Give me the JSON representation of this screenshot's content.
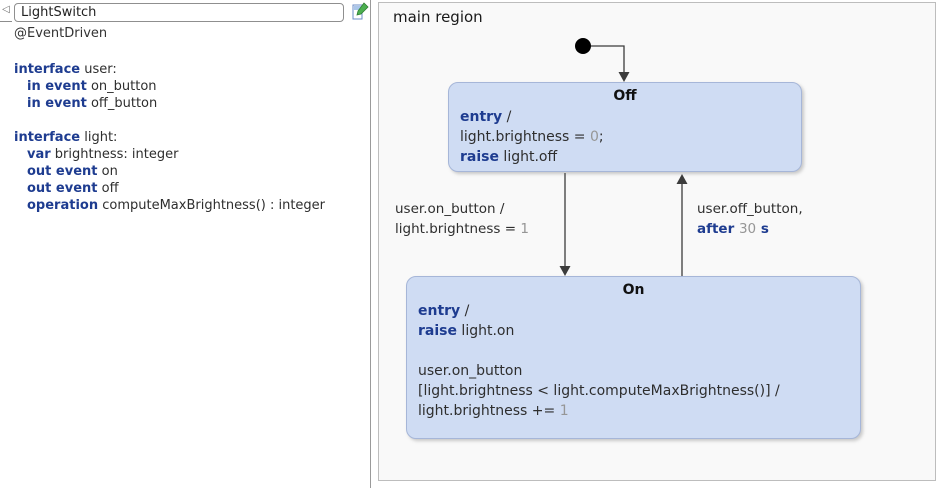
{
  "colors": {
    "keyword": "#1e3c90",
    "number": "#969696",
    "state_fill": "#cfdcf3",
    "state_border": "#a6b6d8",
    "region_bg": "#f9f9f9"
  },
  "left_panel": {
    "name_input": {
      "value": "LightSwitch"
    },
    "annotation": "@EventDriven",
    "code_lines": [
      {
        "indent": 0,
        "segments": [
          {
            "text": "interface",
            "style": "kw"
          },
          {
            "text": " user:",
            "style": "pl"
          }
        ]
      },
      {
        "indent": 1,
        "segments": [
          {
            "text": "in event",
            "style": "kw"
          },
          {
            "text": " on_button",
            "style": "pl"
          }
        ]
      },
      {
        "indent": 1,
        "segments": [
          {
            "text": "in event",
            "style": "kw"
          },
          {
            "text": " off_button",
            "style": "pl"
          }
        ]
      },
      {
        "indent": 0,
        "segments": []
      },
      {
        "indent": 0,
        "segments": [
          {
            "text": "interface",
            "style": "kw"
          },
          {
            "text": " light:",
            "style": "pl"
          }
        ]
      },
      {
        "indent": 1,
        "segments": [
          {
            "text": "var",
            "style": "kw"
          },
          {
            "text": " brightness: integer",
            "style": "pl"
          }
        ]
      },
      {
        "indent": 1,
        "segments": [
          {
            "text": "out event",
            "style": "kw"
          },
          {
            "text": " on",
            "style": "pl"
          }
        ]
      },
      {
        "indent": 1,
        "segments": [
          {
            "text": "out event",
            "style": "kw"
          },
          {
            "text": " off",
            "style": "pl"
          }
        ]
      },
      {
        "indent": 1,
        "segments": [
          {
            "text": "operation",
            "style": "kw"
          },
          {
            "text": " computeMaxBrightness() : integer",
            "style": "pl"
          }
        ]
      }
    ]
  },
  "diagram": {
    "region_label": "main region",
    "states": {
      "off": {
        "title": "Off",
        "body": [
          {
            "segments": [
              {
                "text": "entry",
                "style": "kw"
              },
              {
                "text": " /",
                "style": "pl"
              }
            ]
          },
          {
            "segments": [
              {
                "text": "light.brightness = ",
                "style": "pl"
              },
              {
                "text": "0",
                "style": "num"
              },
              {
                "text": ";",
                "style": "pl"
              }
            ]
          },
          {
            "segments": [
              {
                "text": "raise",
                "style": "kw"
              },
              {
                "text": " light.off",
                "style": "pl"
              }
            ]
          }
        ]
      },
      "on": {
        "title": "On",
        "body": [
          {
            "segments": [
              {
                "text": "entry",
                "style": "kw"
              },
              {
                "text": " /",
                "style": "pl"
              }
            ]
          },
          {
            "segments": [
              {
                "text": "raise",
                "style": "kw"
              },
              {
                "text": " light.on",
                "style": "pl"
              }
            ]
          },
          {
            "segments": []
          },
          {
            "segments": [
              {
                "text": "user.on_button",
                "style": "pl"
              }
            ]
          },
          {
            "segments": [
              {
                "text": "[light.brightness < light.computeMaxBrightness()] /",
                "style": "pl"
              }
            ]
          },
          {
            "segments": [
              {
                "text": "light.brightness += ",
                "style": "pl"
              },
              {
                "text": "1",
                "style": "num"
              }
            ]
          }
        ]
      }
    },
    "transitions": {
      "off_to_on": {
        "label_lines": [
          {
            "segments": [
              {
                "text": "user.on_button /",
                "style": "pl"
              }
            ]
          },
          {
            "segments": [
              {
                "text": "light.brightness = ",
                "style": "pl"
              },
              {
                "text": "1",
                "style": "num"
              }
            ]
          }
        ]
      },
      "on_to_off": {
        "label_lines": [
          {
            "segments": [
              {
                "text": "user.off_button,",
                "style": "pl"
              }
            ]
          },
          {
            "segments": [
              {
                "text": "after ",
                "style": "kw"
              },
              {
                "text": "30",
                "style": "num"
              },
              {
                "text": " s",
                "style": "kw"
              }
            ]
          }
        ]
      }
    }
  }
}
